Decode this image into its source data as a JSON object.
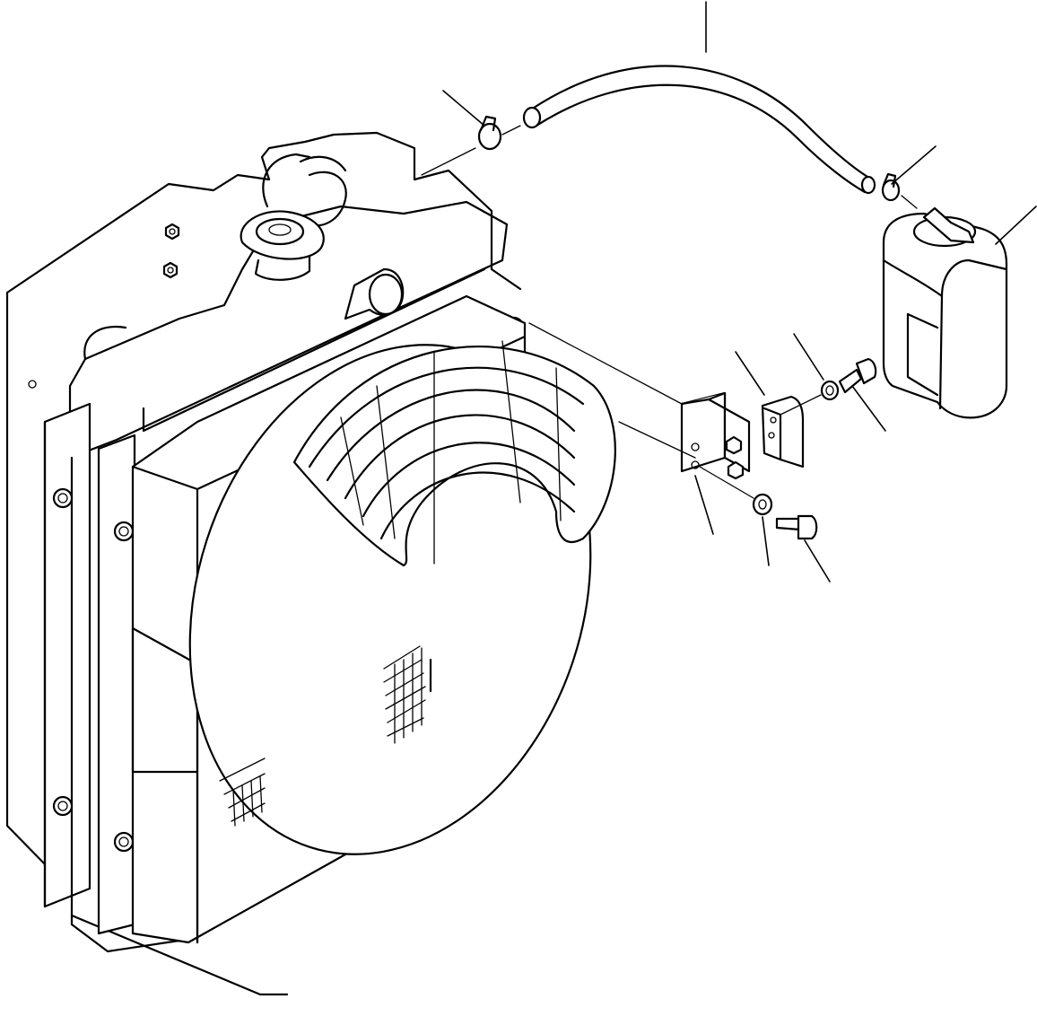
{
  "diagram": {
    "colors": {
      "line": "#000000",
      "background": "#ffffff"
    },
    "parts": [
      "mounting-plate",
      "radiator-core",
      "radiator-cap",
      "fan-shroud",
      "fan-guard",
      "overflow-hose",
      "hose-clamp",
      "reserve-tank",
      "tank-bracket",
      "tank-stay",
      "washer",
      "bolt"
    ]
  }
}
